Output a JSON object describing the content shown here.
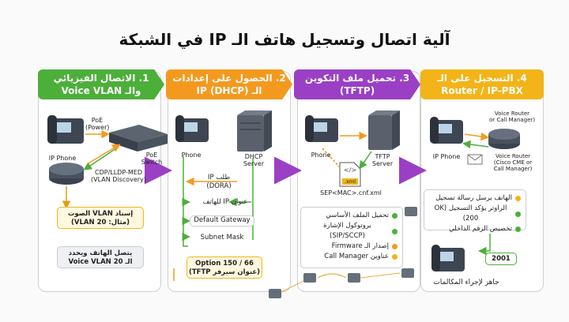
{
  "title": "آلية اتصال وتسجيل هاتف الـ IP في الشبكة",
  "colors": {
    "green": "#4caf3a",
    "orange": "#f39a1e",
    "purple": "#9b3fc4",
    "yellow": "#f2b418"
  },
  "steps": [
    {
      "line1": "1. الاتصال الفيزيائي",
      "line2": "والـ Voice VLAN"
    },
    {
      "line1": "2. الحصول على إعدادات",
      "line2": "الـ IP (DHCP)"
    },
    {
      "line1": "3. تحميل ملف التكوين",
      "line2": "(TFTP)"
    },
    {
      "line1": "4. التسجيل على الـ",
      "line2": "Router / IP-PBX"
    }
  ],
  "panel1": {
    "poe": "PoE\n(Power)",
    "switch": "PoE\nSwitch",
    "ip_phone": "IP Phone",
    "cdp": "CDP/LLDP-MED\n(VLAN Discovery)",
    "voice_vlan_box": "إسناد VLAN الصوت\n(مثال: 20 VLAN)",
    "result_box": "يتصل الهاتف ويحدد\nالـ Voice VLAN 20"
  },
  "panel2": {
    "phone": "Phone",
    "server": "DHCP\nServer",
    "items": [
      "طلب IP\n(DORA)",
      "عنوان IP للهاتف",
      "Default Gateway",
      "Subnet Mask"
    ],
    "option_box": "Option 150 / 66\n(عنوان سيرفر TFTP)"
  },
  "panel3": {
    "phone": "Phone",
    "server": "TFTP\nServer",
    "file_ext": ".xml",
    "file_name": "SEP<MAC>.cnf.xml",
    "bullets": [
      "تحميل الملف الأساسي",
      "بروتوكول الإشارة (SIP/SCCP)",
      "إصدار الـ Firmware",
      "عناوين Call Manager"
    ]
  },
  "panel4": {
    "ip_phone": "IP Phone",
    "router_top": "Voice Router\nor Call Manager)",
    "router_bottom": "Voice Router\n(Cisco CME or\nCall Manager)",
    "bullets": [
      "الهاتف يرسل رسالة تسجيل",
      "الراوتر يؤكد التسجيل (OK 200)",
      "تخصيص الرقم الداخلي"
    ],
    "extension": "2001",
    "ready": "جاهز لإجراء المكالمات"
  }
}
